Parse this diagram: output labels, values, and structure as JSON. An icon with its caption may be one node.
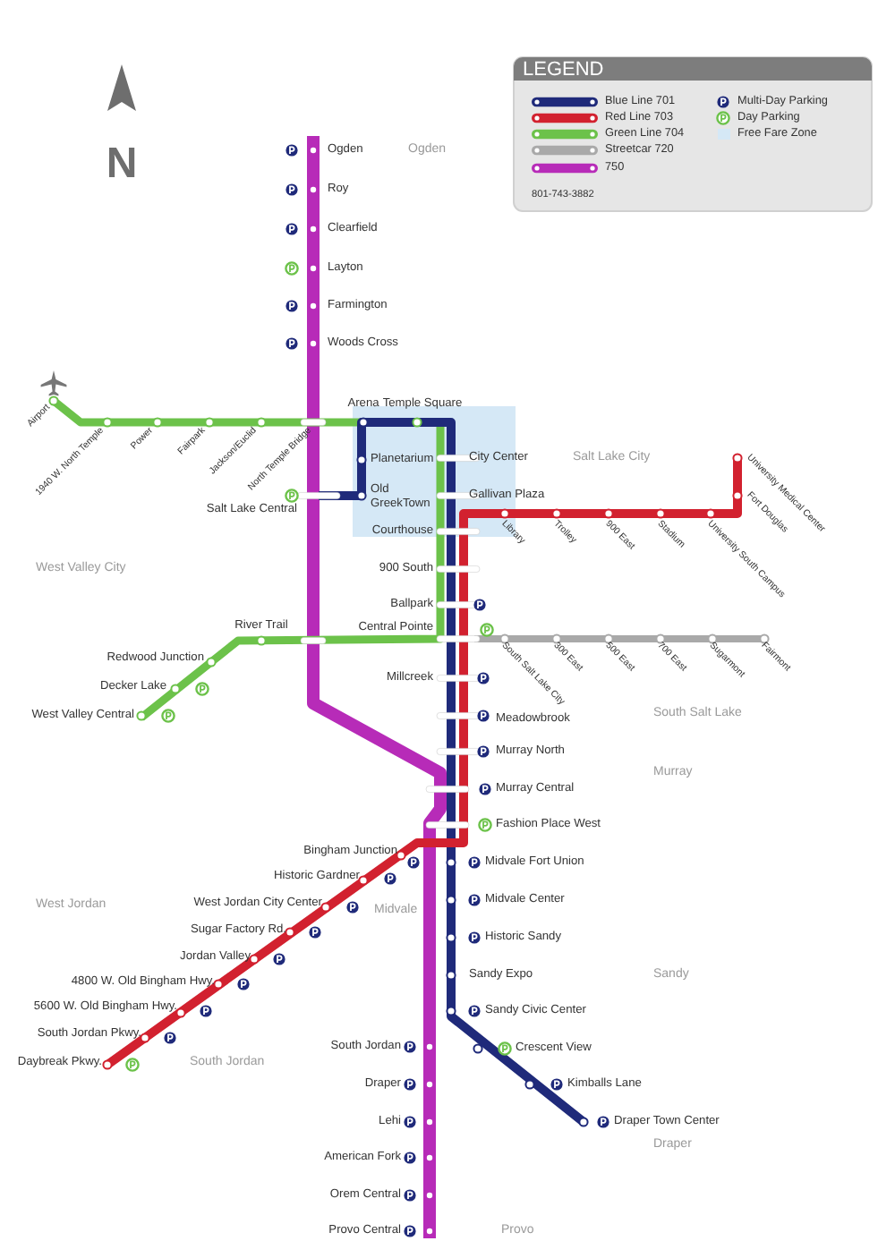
{
  "diagram": {
    "labels": [
      "N",
      "LEGEND",
      "801-743-3882",
      "Ogden",
      "Ogden",
      "Roy",
      "Clearfield",
      "Layton",
      "Farmington",
      "Woods Cross",
      "Arena",
      "Temple Square",
      "Airport",
      "1940 W. North Temple",
      "Power",
      "Fairpark",
      "Jackson/Euclid",
      "North Temple Bridge",
      "Planetarium",
      "City Center",
      "Salt Lake City",
      "University Medical Center",
      "Old GreekTown",
      "Gallivan Plaza",
      "Fort Douglas",
      "Salt Lake Central",
      "Courthouse",
      "Library",
      "Trolley",
      "900 East",
      "Stadium",
      "University South Campus",
      "West Valley City",
      "900 South",
      "Ballpark",
      "River Trail",
      "Central Pointe",
      "South Salt Lake City",
      "300 East",
      "500 East",
      "700 East",
      "Sugarmont",
      "Fairmont",
      "Redwood Junction",
      "Millcreek",
      "Decker Lake",
      "West Valley Central",
      "Meadowbrook",
      "South Salt Lake",
      "Murray North",
      "Murray",
      "Murray Central",
      "Fashion Place West",
      "Bingham Junction",
      "Midvale Fort Union",
      "Historic Gardner",
      "West Jordan",
      "West Jordan City Center",
      "Midvale",
      "Midvale Center",
      "Sugar Factory Rd.",
      "Historic Sandy",
      "Jordan Valley",
      "4800 W. Old Bingham Hwy.",
      "Sandy Expo",
      "Sandy",
      "5600 W. Old Bingham Hwy.",
      "Sandy Civic Center",
      "South Jordan Pkwy.",
      "South Jordan",
      "Crescent View",
      "Daybreak Pkwy.",
      "South Jordan",
      "Draper",
      "Kimballs Lane",
      "Lehi",
      "Draper Town Center",
      "Draper",
      "American Fork",
      "Orem Central",
      "Provo Central",
      "Provo"
    ],
    "legend": [
      {
        "text": "Blue Line 701",
        "color": "#1f2a7a"
      },
      {
        "text": "Red Line 703",
        "color": "#d2212f"
      },
      {
        "text": "Green Line 704",
        "color": "#6cc24a"
      },
      {
        "text": "Streetcar 720",
        "color": "#a9a9a9"
      },
      {
        "text": "750",
        "color": "#b72bb8"
      },
      {
        "text": "Multi-Day Parking"
      },
      {
        "text": "Day Parking"
      },
      {
        "text": "Free Fare Zone",
        "color": "#d5e8f6"
      }
    ]
  }
}
